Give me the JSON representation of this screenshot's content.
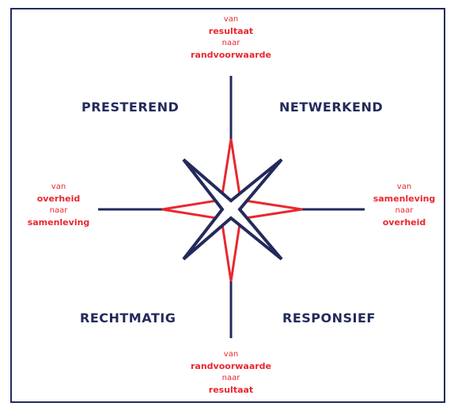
{
  "colors": {
    "navy": "#232a5c",
    "red": "#e8282f"
  },
  "quadrants": {
    "top_left": "PRESTEREND",
    "top_right": "NETWERKEND",
    "bottom_left": "RECHTMATIG",
    "bottom_right": "RESPONSIEF"
  },
  "axes": {
    "top": {
      "van": "van",
      "from": "resultaat",
      "naar": "naar",
      "to": "randvoorwaarde"
    },
    "bottom": {
      "van": "van",
      "from": "randvoorwaarde",
      "naar": "naar",
      "to": "resultaat"
    },
    "left": {
      "van": "van",
      "from": "overheid",
      "naar": "naar",
      "to": "samenleving"
    },
    "right": {
      "van": "van",
      "from": "samenleving",
      "naar": "naar",
      "to": "overheid"
    }
  }
}
